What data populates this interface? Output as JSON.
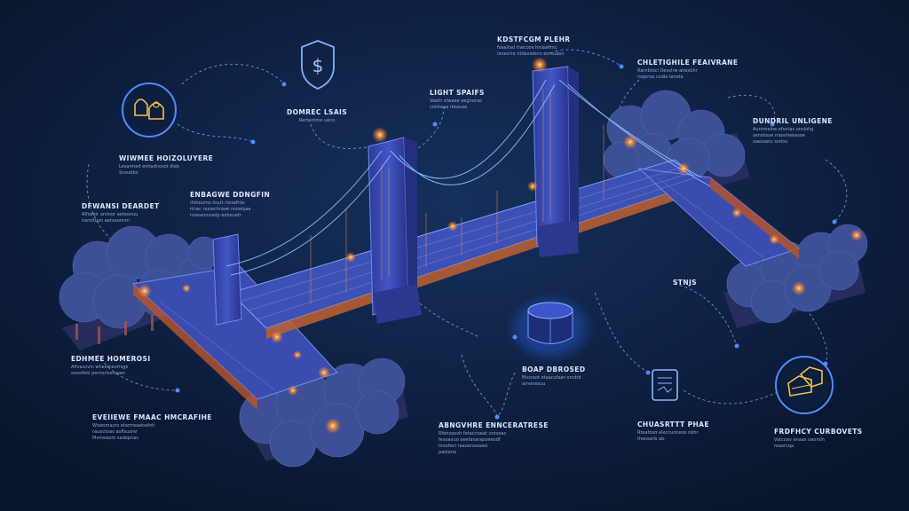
{
  "colors": {
    "background": "#0b1a33",
    "bridge": "#3b4bb0",
    "cable": "#7fb2ff",
    "light": "#ffb054",
    "trees": "#3c4f93",
    "text": "#dbe6ff"
  },
  "icons": [
    "shield-dollar-icon",
    "bags-icon",
    "database-icon",
    "document-icon",
    "coins-icon"
  ],
  "labels": {
    "top_center": {
      "title": "KDSTFCGM PLEHR",
      "desc": "fosalrad tnecoos hnlaafimc\nlanevrra ntdaxiebnn eorsuaen"
    },
    "top_right": {
      "title": "CHLETIGHILE FEAIVRANE",
      "desc": "Rarnbtoci Oesvlrw ahexbhr\nrogeroa cxdla leneta"
    },
    "shield": {
      "title": "DOMREC LSAIS",
      "desc": "Rertantme ueco"
    },
    "light_spaifs": {
      "title": "LIGHT SPAIFS",
      "desc": "Vaeth stwaee eegnorao\ncoivteaa rteauoe"
    },
    "right_upper": {
      "title": "DUNDRIL UNLIGENE",
      "desc": "Auromelne efoctas unsluhg\nsenotaue rraovheeasoe\nxaexaeiu srotsv"
    },
    "left_upper": {
      "title": "WIWMEE HOIZOLUYERE",
      "desc": "Lesarmed enhadnosot dleb\nSrxsatbs"
    },
    "left_mid_a": {
      "title": "ENBAGWE DDNGFIN",
      "desc": "rfsheumo tnurt rtosefnle\nrtrwc raewchnwei nsoelqaa\nmaoanmssdp eoheuafr"
    },
    "left_mid_b": {
      "title": "DFWANSI DEARDET",
      "desc": "Alfoeeir arsloor aeteonuu\nnaroltuon aetvaonnm"
    },
    "left_low": {
      "title": "EDHMEE HOMEROSI",
      "desc": "Alfvasovin wheemeofrsge\nsonstfoti pernorlseraoen"
    },
    "bottom_left": {
      "title": "EVEIIEWE FMAAC HMCRAFIHE",
      "desc": "Wxwsmacro etarmeaeoafoit\nrauoctoas aoflsusrer\nMvmeaoro sadopnas"
    },
    "bottom_center_left": {
      "title": "ABNGVHRE ENNCERATRESE",
      "desc": "Rfehosovh fetacnoeat unrseac\nfesoaxuo oeefasarapoeeodf\nlnvofoni raaoenoeaasi\npaoiona"
    },
    "db": {
      "title": "BOAP DBROSED",
      "desc": "Mvsraot etaacutaer orcdtd\narnenesuu"
    },
    "doc": {
      "title": "CHUASRTTT PHAE",
      "desc": "Rteatoso elecnuoneos nbhr\nrhessatls ab-"
    },
    "right_small": {
      "title": "STNJS",
      "desc": ""
    },
    "bottom_right": {
      "title": "FRDFHCY CURBOVETS",
      "desc": "Vatcoav enaas ueoroln\nrxaercqa"
    }
  }
}
